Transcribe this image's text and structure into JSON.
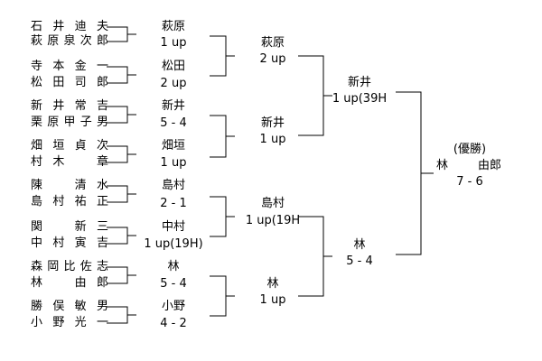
{
  "players": [
    "石井迪夫",
    "萩原泉次郎",
    "寺本金一",
    "松田司郎",
    "新井常吉",
    "栗原甲子男",
    "畑垣貞次",
    "村木　章",
    "陳　清水",
    "島村祐正",
    "関　新三",
    "中村寅吉",
    "森岡比佐志",
    "林　由郎",
    "勝俣敏男",
    "小野光一"
  ],
  "round1": [
    {
      "winner": "萩原",
      "score": "1 up"
    },
    {
      "winner": "松田",
      "score": "2 up"
    },
    {
      "winner": "新井",
      "score": "5 - 4"
    },
    {
      "winner": "畑垣",
      "score": "1 up"
    },
    {
      "winner": "島村",
      "score": "2 - 1"
    },
    {
      "winner": "中村",
      "score": "1 up(19H)"
    },
    {
      "winner": "林",
      "score": "5 - 4"
    },
    {
      "winner": "小野",
      "score": "4 - 2"
    }
  ],
  "round2": [
    {
      "winner": "萩原",
      "score": "2 up"
    },
    {
      "winner": "新井",
      "score": "1 up"
    },
    {
      "winner": "島村",
      "score": "1 up(19H"
    },
    {
      "winner": "林",
      "score": "1 up"
    }
  ],
  "semifinal": [
    {
      "winner": "新井",
      "score": "1 up(39H"
    },
    {
      "winner": "林",
      "score": "5 - 4"
    }
  ],
  "final": {
    "title": "(優勝)",
    "name_surname": "林",
    "name_given": "由郎",
    "score": "7 - 6"
  }
}
